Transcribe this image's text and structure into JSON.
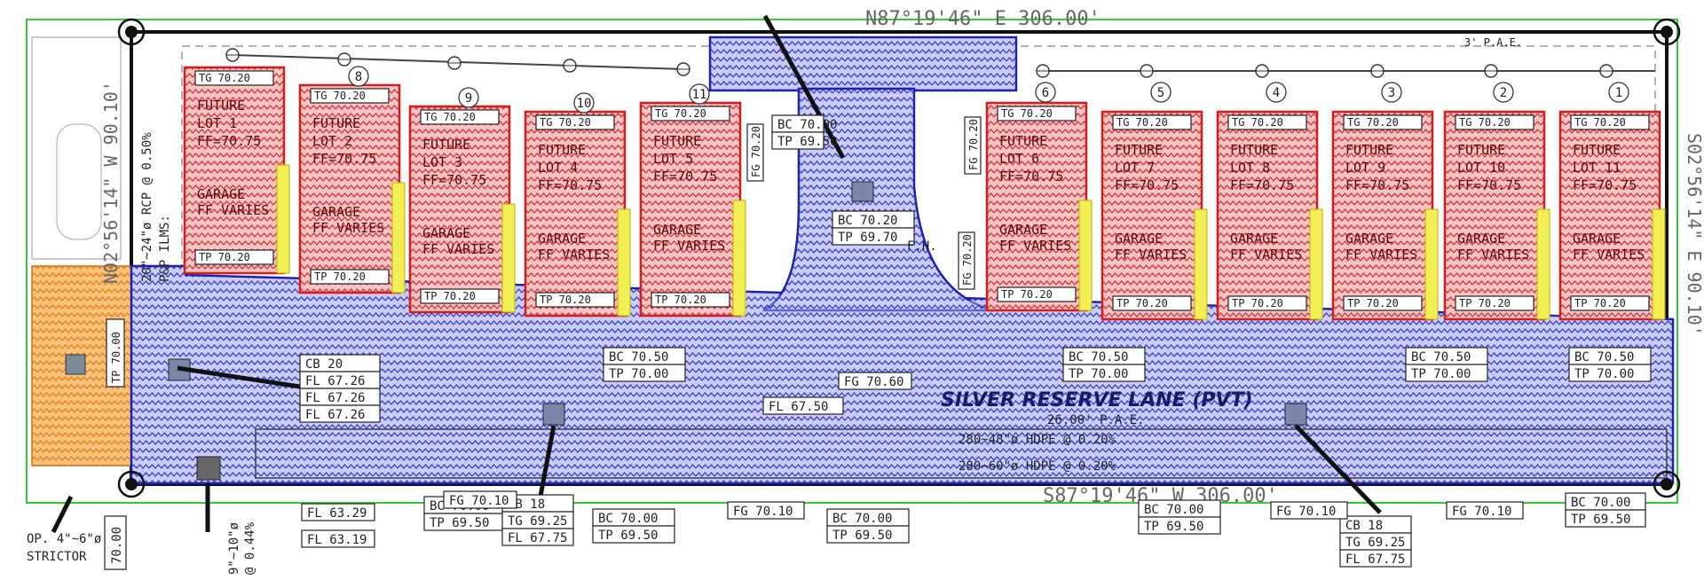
{
  "colors": {
    "lot_fill": "#f6c4c4",
    "lot_stroke": "#d61c1c",
    "lane_fill": "#c8ccf6",
    "lane_stroke": "#1d22b0",
    "fence_green": "#33cc33",
    "offsite_orange": "#f6a23a",
    "yellow_tag": "#f2ee55"
  },
  "bearings": {
    "top": "N87°19'46\" E 306.00'",
    "bottom": "S87°19'46\" W 306.00'",
    "left": "N02°56'14\" W 90.10'",
    "right": "S02°56'14\" E 90.10'"
  },
  "left_notes": {
    "pipe": "20\"~24\"ø RCP @ 0.50%",
    "pp": "P&P ILMS:",
    "tp_tag": "TP 70.00",
    "bottom_tag": "70.00",
    "restrictor_1": "OP. 4\"~6\"ø",
    "restrictor_2": "STRICTOR",
    "slope_1": "9\"~10\"ø",
    "slope_2": "@ 0.44%"
  },
  "lots": [
    {
      "num": "",
      "name": "FUTURE",
      "lot": "LOT 1",
      "ff": "FF=70.75",
      "garage": "GARAGE",
      "gff": "FF VARIES"
    },
    {
      "num": "8",
      "name": "FUTURE",
      "lot": "LOT 2",
      "ff": "FF=70.75",
      "garage": "GARAGE",
      "gff": "FF VARIES"
    },
    {
      "num": "9",
      "name": "FUTURE",
      "lot": "LOT 3",
      "ff": "FF=70.75",
      "garage": "GARAGE",
      "gff": "FF VARIES"
    },
    {
      "num": "10",
      "name": "FUTURE",
      "lot": "LOT 4",
      "ff": "FF=70.75",
      "garage": "GARAGE",
      "gff": "FF VARIES"
    },
    {
      "num": "11",
      "name": "FUTURE",
      "lot": "LOT 5",
      "ff": "FF=70.75",
      "garage": "GARAGE",
      "gff": "FF VARIES"
    },
    {
      "num": "6",
      "name": "FUTURE",
      "lot": "LOT 6",
      "ff": "FF=70.75",
      "garage": "GARAGE",
      "gff": "FF VARIES"
    },
    {
      "num": "5",
      "name": "FUTURE",
      "lot": "LOT 7",
      "ff": "FF=70.75",
      "garage": "GARAGE",
      "gff": "FF VARIES"
    },
    {
      "num": "4",
      "name": "FUTURE",
      "lot": "LOT 8",
      "ff": "FF=70.75",
      "garage": "GARAGE",
      "gff": "FF VARIES"
    },
    {
      "num": "3",
      "name": "FUTURE",
      "lot": "LOT 9",
      "ff": "FF=70.75",
      "garage": "GARAGE",
      "gff": "FF VARIES"
    },
    {
      "num": "2",
      "name": "FUTURE",
      "lot": "LOT 10",
      "ff": "FF=70.75",
      "garage": "GARAGE",
      "gff": "FF VARIES"
    },
    {
      "num": "1",
      "name": "FUTURE",
      "lot": "LOT 11",
      "ff": "FF=70.75",
      "garage": "GARAGE",
      "gff": "FF VARIES"
    }
  ],
  "lot_tags": {
    "top": "TG 70.20",
    "bottom": "TP 70.20"
  },
  "street": {
    "name": "SILVER RESERVE LANE (PVT)",
    "sub": "26.00' P.A.E.",
    "pipe1": "280~48\"ø HDPE @ 0.20%",
    "pipe2": "280~60\"ø HDPE @ 0.20%"
  },
  "pae": "3' P.A.E.",
  "callouts": {
    "bc_7000": "BC 70.00",
    "tp_6950": "TP 69.50",
    "fl_6329": "FL 63.29",
    "fl_6319": "FL 63.19",
    "fg_7010": "FG 70.10",
    "cb18": "CB 18",
    "tg_6925": "TG 69.25",
    "fl_6775": "FL 67.75",
    "bc_7020": "BC 70.20",
    "tp_6970": "TP 69.70",
    "fg_7020": "FG 70.20",
    "fl_6726": "FL 67.26",
    "cb_20": "CB 20",
    "fh": "F.H.",
    "fl_6750": "FL 67.50",
    "bc_7050": "BC 70.50",
    "tp_7000": "TP 70.00",
    "fg_7060": "FG 70.60"
  }
}
